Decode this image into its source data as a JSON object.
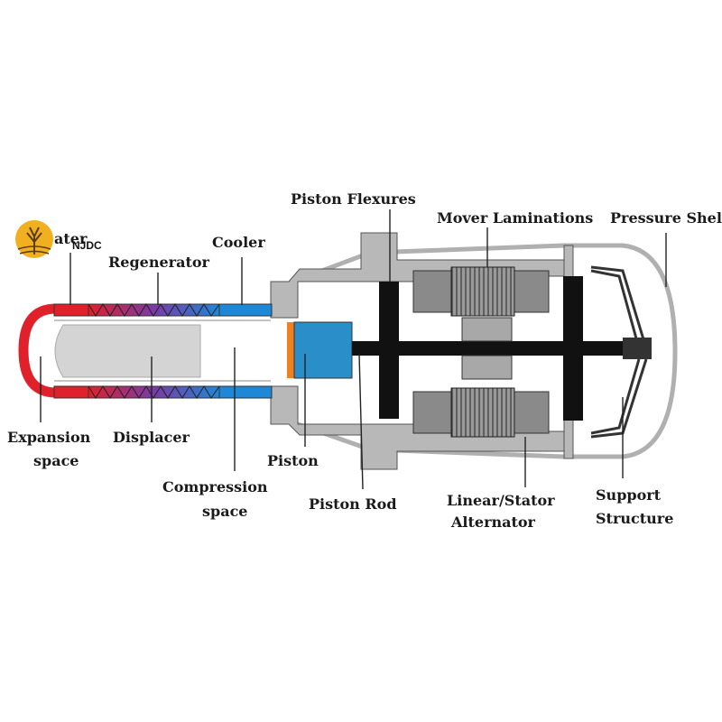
{
  "watermark": {
    "text": "NJDC",
    "partial_label": "ater"
  },
  "labels": {
    "heater": "ater",
    "cooler": "Cooler",
    "regenerator": "Regenerator",
    "expansion_1": "Expansion",
    "expansion_2": "space",
    "displacer": "Displacer",
    "compression_1": "Compression",
    "compression_2": "space",
    "piston": "Piston",
    "piston_rod": "Piston Rod",
    "piston_flexures": "Piston Flexures",
    "mover_laminations": "Mover Laminations",
    "pressure_shell": "Pressure Shell",
    "linear_stator_1": "Linear/Stator",
    "linear_stator_2": "Alternator",
    "support_1": "Support",
    "support_2": "Structure"
  },
  "colors": {
    "heater": "#e0202a",
    "cooler": "#1e88d8",
    "regenerator_start": "#e0202a",
    "regenerator_end": "#1e88d8",
    "housing": "#b8b8b8",
    "displacer": "#d4d4d4",
    "piston": "#2a8fc8",
    "piston_face": "#f08020",
    "rod": "#111111",
    "logo": "#f0b020"
  }
}
